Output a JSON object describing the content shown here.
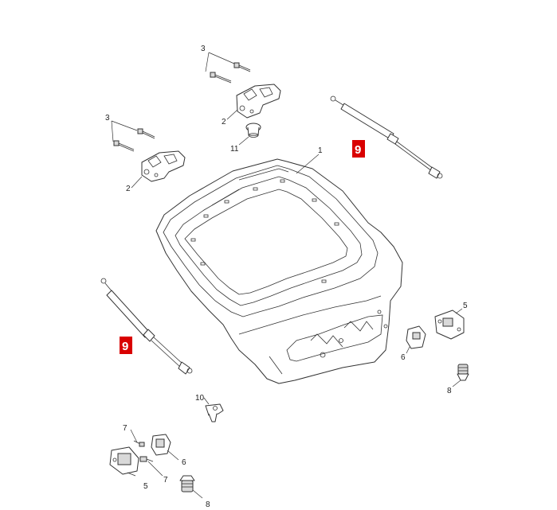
{
  "diagram": {
    "callouts": {
      "c1": "1",
      "c2a": "2",
      "c2b": "2",
      "c3a": "3",
      "c3b": "3",
      "c5a": "5",
      "c5b": "5",
      "c6a": "6",
      "c6b": "6",
      "c7a": "7",
      "c7b": "7",
      "c8a": "8",
      "c8b": "8",
      "c10": "10",
      "c11": "11"
    },
    "highlights": {
      "h9a": "9",
      "h9b": "9"
    },
    "colors": {
      "highlight": "#d90000",
      "line": "#333333",
      "background": "#ffffff"
    }
  }
}
